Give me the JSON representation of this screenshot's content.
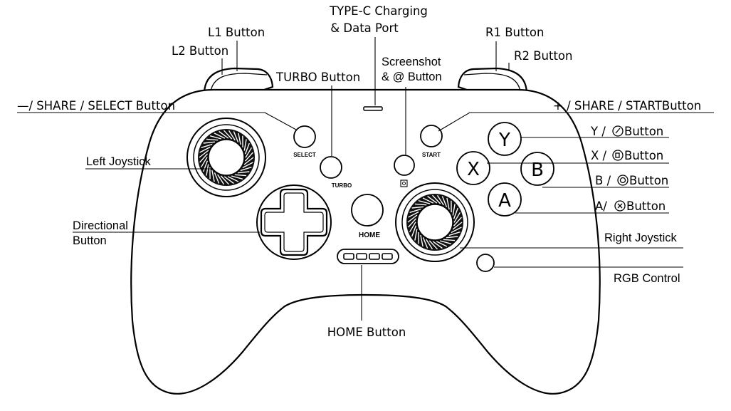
{
  "labels": {
    "type_c_line1": "TYPE-C Charging",
    "type_c_line2": "& Data Port",
    "l1": "L1 Button",
    "l2": "L2 Button",
    "r1": "R1 Button",
    "r2": "R2 Button",
    "turbo": "TURBO Button",
    "screenshot_line1": "Screenshot",
    "screenshot_line2": "& @ Button",
    "select": "—/ SHARE / SELECT Button",
    "start": "+ / SHARE / STARTButton",
    "y": "Y /",
    "y_suffix": "Button",
    "x": "X /",
    "x_suffix": "Button",
    "b": "B /",
    "b_suffix": "Button",
    "a": "A/",
    "a_suffix": " Button",
    "left_joystick": "Left Joystick",
    "right_joystick": "Right Joystick",
    "directional_line1": "Directional",
    "directional_line2": "Button",
    "rgb": "RGB Control",
    "home": "HOME Button"
  },
  "controller": {
    "select_text": "SELECT",
    "start_text": "START",
    "turbo_text": "TURBO",
    "home_text": "HOME",
    "face_y": "Y",
    "face_x": "X",
    "face_b": "B",
    "face_a": "A"
  }
}
